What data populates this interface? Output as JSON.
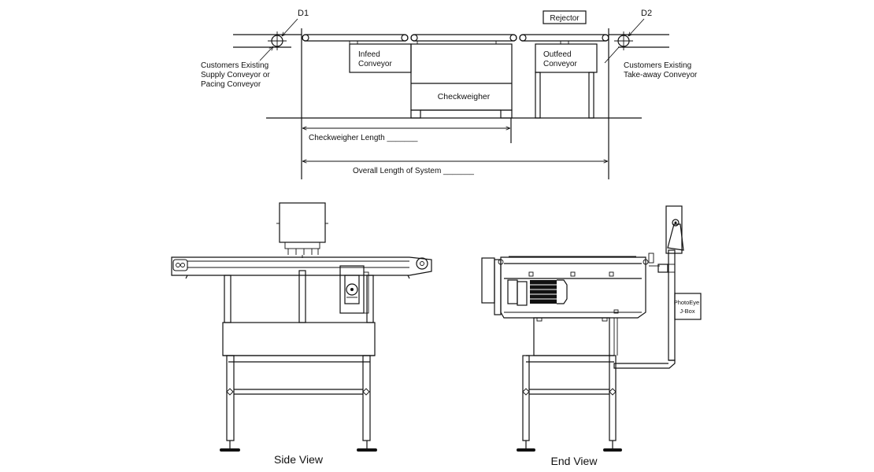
{
  "top_view": {
    "d1": "D1",
    "d2": "D2",
    "rejector": "Rejector",
    "infeed": [
      "Infeed",
      "Conveyor"
    ],
    "outfeed": [
      "Outfeed",
      "Conveyor"
    ],
    "checkweigher": "Checkweigher",
    "supply_note": [
      "Customers Existing",
      "Supply Conveyor or",
      "Pacing Conveyor"
    ],
    "takeaway_note": [
      "Customers Existing",
      "Take-away Conveyor"
    ],
    "checkweigher_length": "Checkweigher Length _______",
    "overall_length": "Overall Length of System _______"
  },
  "side_view": {
    "caption": "Side View"
  },
  "end_view": {
    "caption": "End View",
    "jbox": [
      "PhotoEye",
      "J-Box"
    ]
  }
}
